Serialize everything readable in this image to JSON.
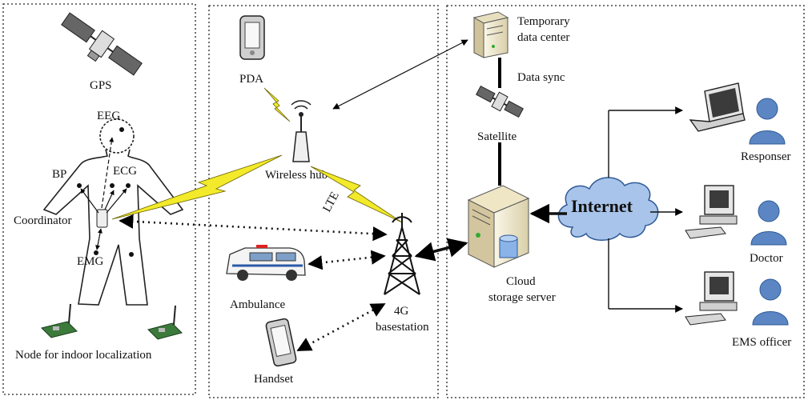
{
  "panels": {
    "body_area": {
      "gps_label": "GPS",
      "eeg_label": "EEG",
      "bp_label": "BP",
      "ecg_label": "ECG",
      "coordinator_label": "Coordinator",
      "emg_label": "EMG",
      "node_label": "Node  for indoor localization"
    },
    "access_network": {
      "pda_label": "PDA",
      "wireless_hub_label": "Wireless hub",
      "lte_label": "LTE",
      "ambulance_label": "Ambulance",
      "handset_label": "Handset",
      "basestation_label_line1": "4G",
      "basestation_label_line2": "basestation"
    },
    "backend": {
      "temp_dc_line1": "Temporary",
      "temp_dc_line2": "data center",
      "data_sync_label": "Data  sync",
      "satellite_label": "Satellite",
      "cloud_line1": "Cloud",
      "cloud_line2": "storage server",
      "internet_label": "Internet",
      "responser_label": "Responser",
      "doctor_label": "Doctor",
      "ems_label": "EMS officer"
    }
  },
  "colors": {
    "lightning": "#f2ea2a",
    "lightning_stroke": "#6b6200",
    "person": "#5b86c3",
    "person_dark": "#2f5a96",
    "cloud": "#a8c4ea",
    "server": "#f1ead0",
    "board": "#3c7a3c"
  }
}
